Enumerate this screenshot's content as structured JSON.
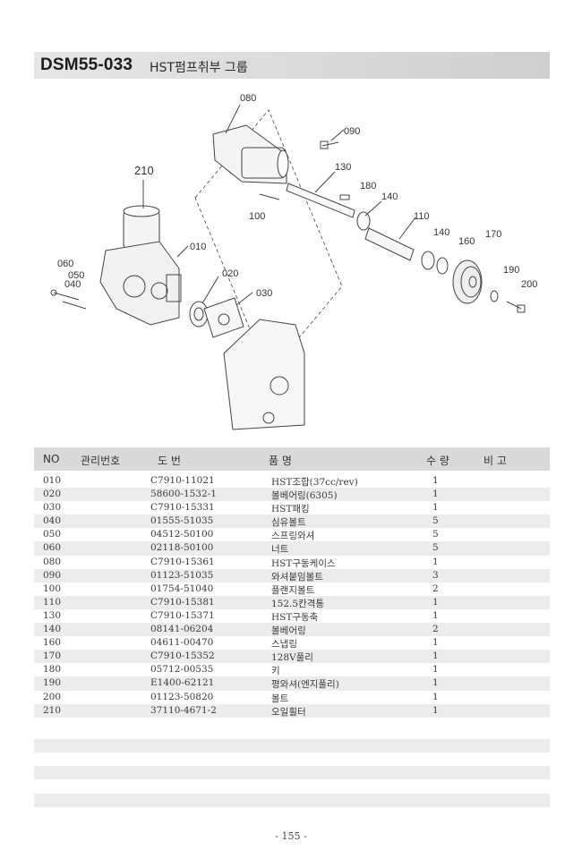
{
  "header": {
    "code": "DSM55-033",
    "title": "HST펌프취부 그룹"
  },
  "diagram": {
    "callouts": [
      "010",
      "020",
      "030",
      "040",
      "050",
      "060",
      "080",
      "090",
      "100",
      "110",
      "130",
      "140",
      "140",
      "160",
      "170",
      "180",
      "190",
      "200",
      "210"
    ]
  },
  "table": {
    "columns": [
      "NO",
      "관리번호",
      "도 번",
      "품 명",
      "수 량",
      "비 고"
    ],
    "rows": [
      {
        "no": "010",
        "part": "C7910-11021",
        "name": "HST조합(37cc/rev)",
        "qty": "1"
      },
      {
        "no": "020",
        "part": "58600-1532-1",
        "name": "볼베어링(6305)",
        "qty": "1"
      },
      {
        "no": "030",
        "part": "C7910-15331",
        "name": "HST패킹",
        "qty": "1"
      },
      {
        "no": "040",
        "part": "01555-51035",
        "name": "심유볼트",
        "qty": "5"
      },
      {
        "no": "050",
        "part": "04512-50100",
        "name": "스프링와셔",
        "qty": "5"
      },
      {
        "no": "060",
        "part": "02118-50100",
        "name": "너트",
        "qty": "5"
      },
      {
        "no": "080",
        "part": "C7910-15361",
        "name": "HST구동케이스",
        "qty": "1"
      },
      {
        "no": "090",
        "part": "01123-51035",
        "name": "와셔붙임볼트",
        "qty": "3"
      },
      {
        "no": "100",
        "part": "01754-51040",
        "name": "플랜지볼트",
        "qty": "2"
      },
      {
        "no": "110",
        "part": "C7910-15381",
        "name": "152.5칸격통",
        "qty": "1"
      },
      {
        "no": "130",
        "part": "C7910-15371",
        "name": "HST구동축",
        "qty": "1"
      },
      {
        "no": "140",
        "part": "08141-06204",
        "name": "볼베어링",
        "qty": "2"
      },
      {
        "no": "160",
        "part": "04611-00470",
        "name": "스냅링",
        "qty": "1"
      },
      {
        "no": "170",
        "part": "C7910-15352",
        "name": "128V풀리",
        "qty": "1"
      },
      {
        "no": "180",
        "part": "05712-00535",
        "name": "키",
        "qty": "1"
      },
      {
        "no": "190",
        "part": "E1400-62121",
        "name": "평와셔(엔지풀리)",
        "qty": "1"
      },
      {
        "no": "200",
        "part": "01123-50820",
        "name": "볼트",
        "qty": "1"
      },
      {
        "no": "210",
        "part": "37110-4671-2",
        "name": "오일휠터",
        "qty": "1"
      }
    ]
  },
  "footer": {
    "page": "- 155 -"
  }
}
